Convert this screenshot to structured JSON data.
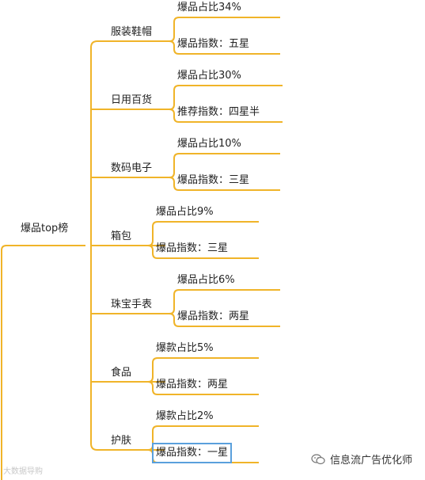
{
  "root": {
    "label": "爆品top榜"
  },
  "categories": [
    {
      "label": "服装鞋帽",
      "children": [
        "爆品占比34%",
        "爆品指数：五星"
      ]
    },
    {
      "label": "日用百货",
      "children": [
        "爆品占比30%",
        "推荐指数：四星半"
      ]
    },
    {
      "label": "数码电子",
      "children": [
        "爆品占比10%",
        "爆品指数：三星"
      ]
    },
    {
      "label": "箱包",
      "children": [
        "爆品占比9%",
        "爆品指数：三星"
      ]
    },
    {
      "label": "珠宝手表",
      "children": [
        "爆品占比6%",
        "爆品指数：两星"
      ]
    },
    {
      "label": "食品",
      "children": [
        "爆款占比5%",
        "爆品指数：两星"
      ]
    },
    {
      "label": "护肤",
      "children": [
        "爆款占比2%",
        "爆品指数：一星"
      ]
    }
  ],
  "line_color": "#f0b429",
  "selection_color": "#5aa0dc",
  "watermark": {
    "left": "大数据导购",
    "right": "信息流广告优化师",
    "right_icon": "wechat-icon"
  }
}
